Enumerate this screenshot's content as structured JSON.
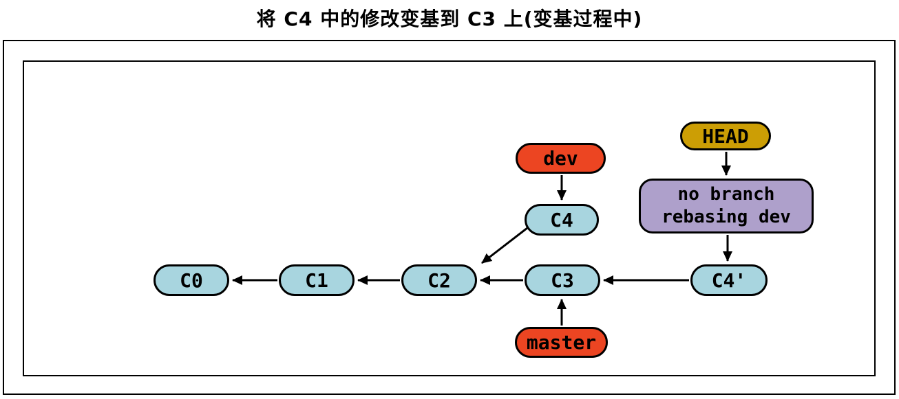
{
  "title": "将 C4 中的修改变基到 C3 上(变基过程中)",
  "colors": {
    "commit_fill": "#A8D5DF",
    "branch_fill": "#EC4522",
    "head_fill": "#CC9E05",
    "state_fill": "#AEA0CB",
    "outline": "#000000"
  },
  "nodes": {
    "c0": "C0",
    "c1": "C1",
    "c2": "C2",
    "c3": "C3",
    "c4": "C4",
    "c4_prime": "C4'",
    "dev": "dev",
    "master": "master",
    "head": "HEAD",
    "state_line1": "no branch",
    "state_line2": "rebasing dev"
  },
  "edges": [
    {
      "from": "C1",
      "to": "C0"
    },
    {
      "from": "C2",
      "to": "C1"
    },
    {
      "from": "C3",
      "to": "C2"
    },
    {
      "from": "C4",
      "to": "C2"
    },
    {
      "from": "C4'",
      "to": "C3"
    },
    {
      "from": "dev",
      "to": "C4"
    },
    {
      "from": "master",
      "to": "C3"
    },
    {
      "from": "HEAD",
      "to": "no branch rebasing dev"
    },
    {
      "from": "no branch rebasing dev",
      "to": "C4'"
    }
  ]
}
